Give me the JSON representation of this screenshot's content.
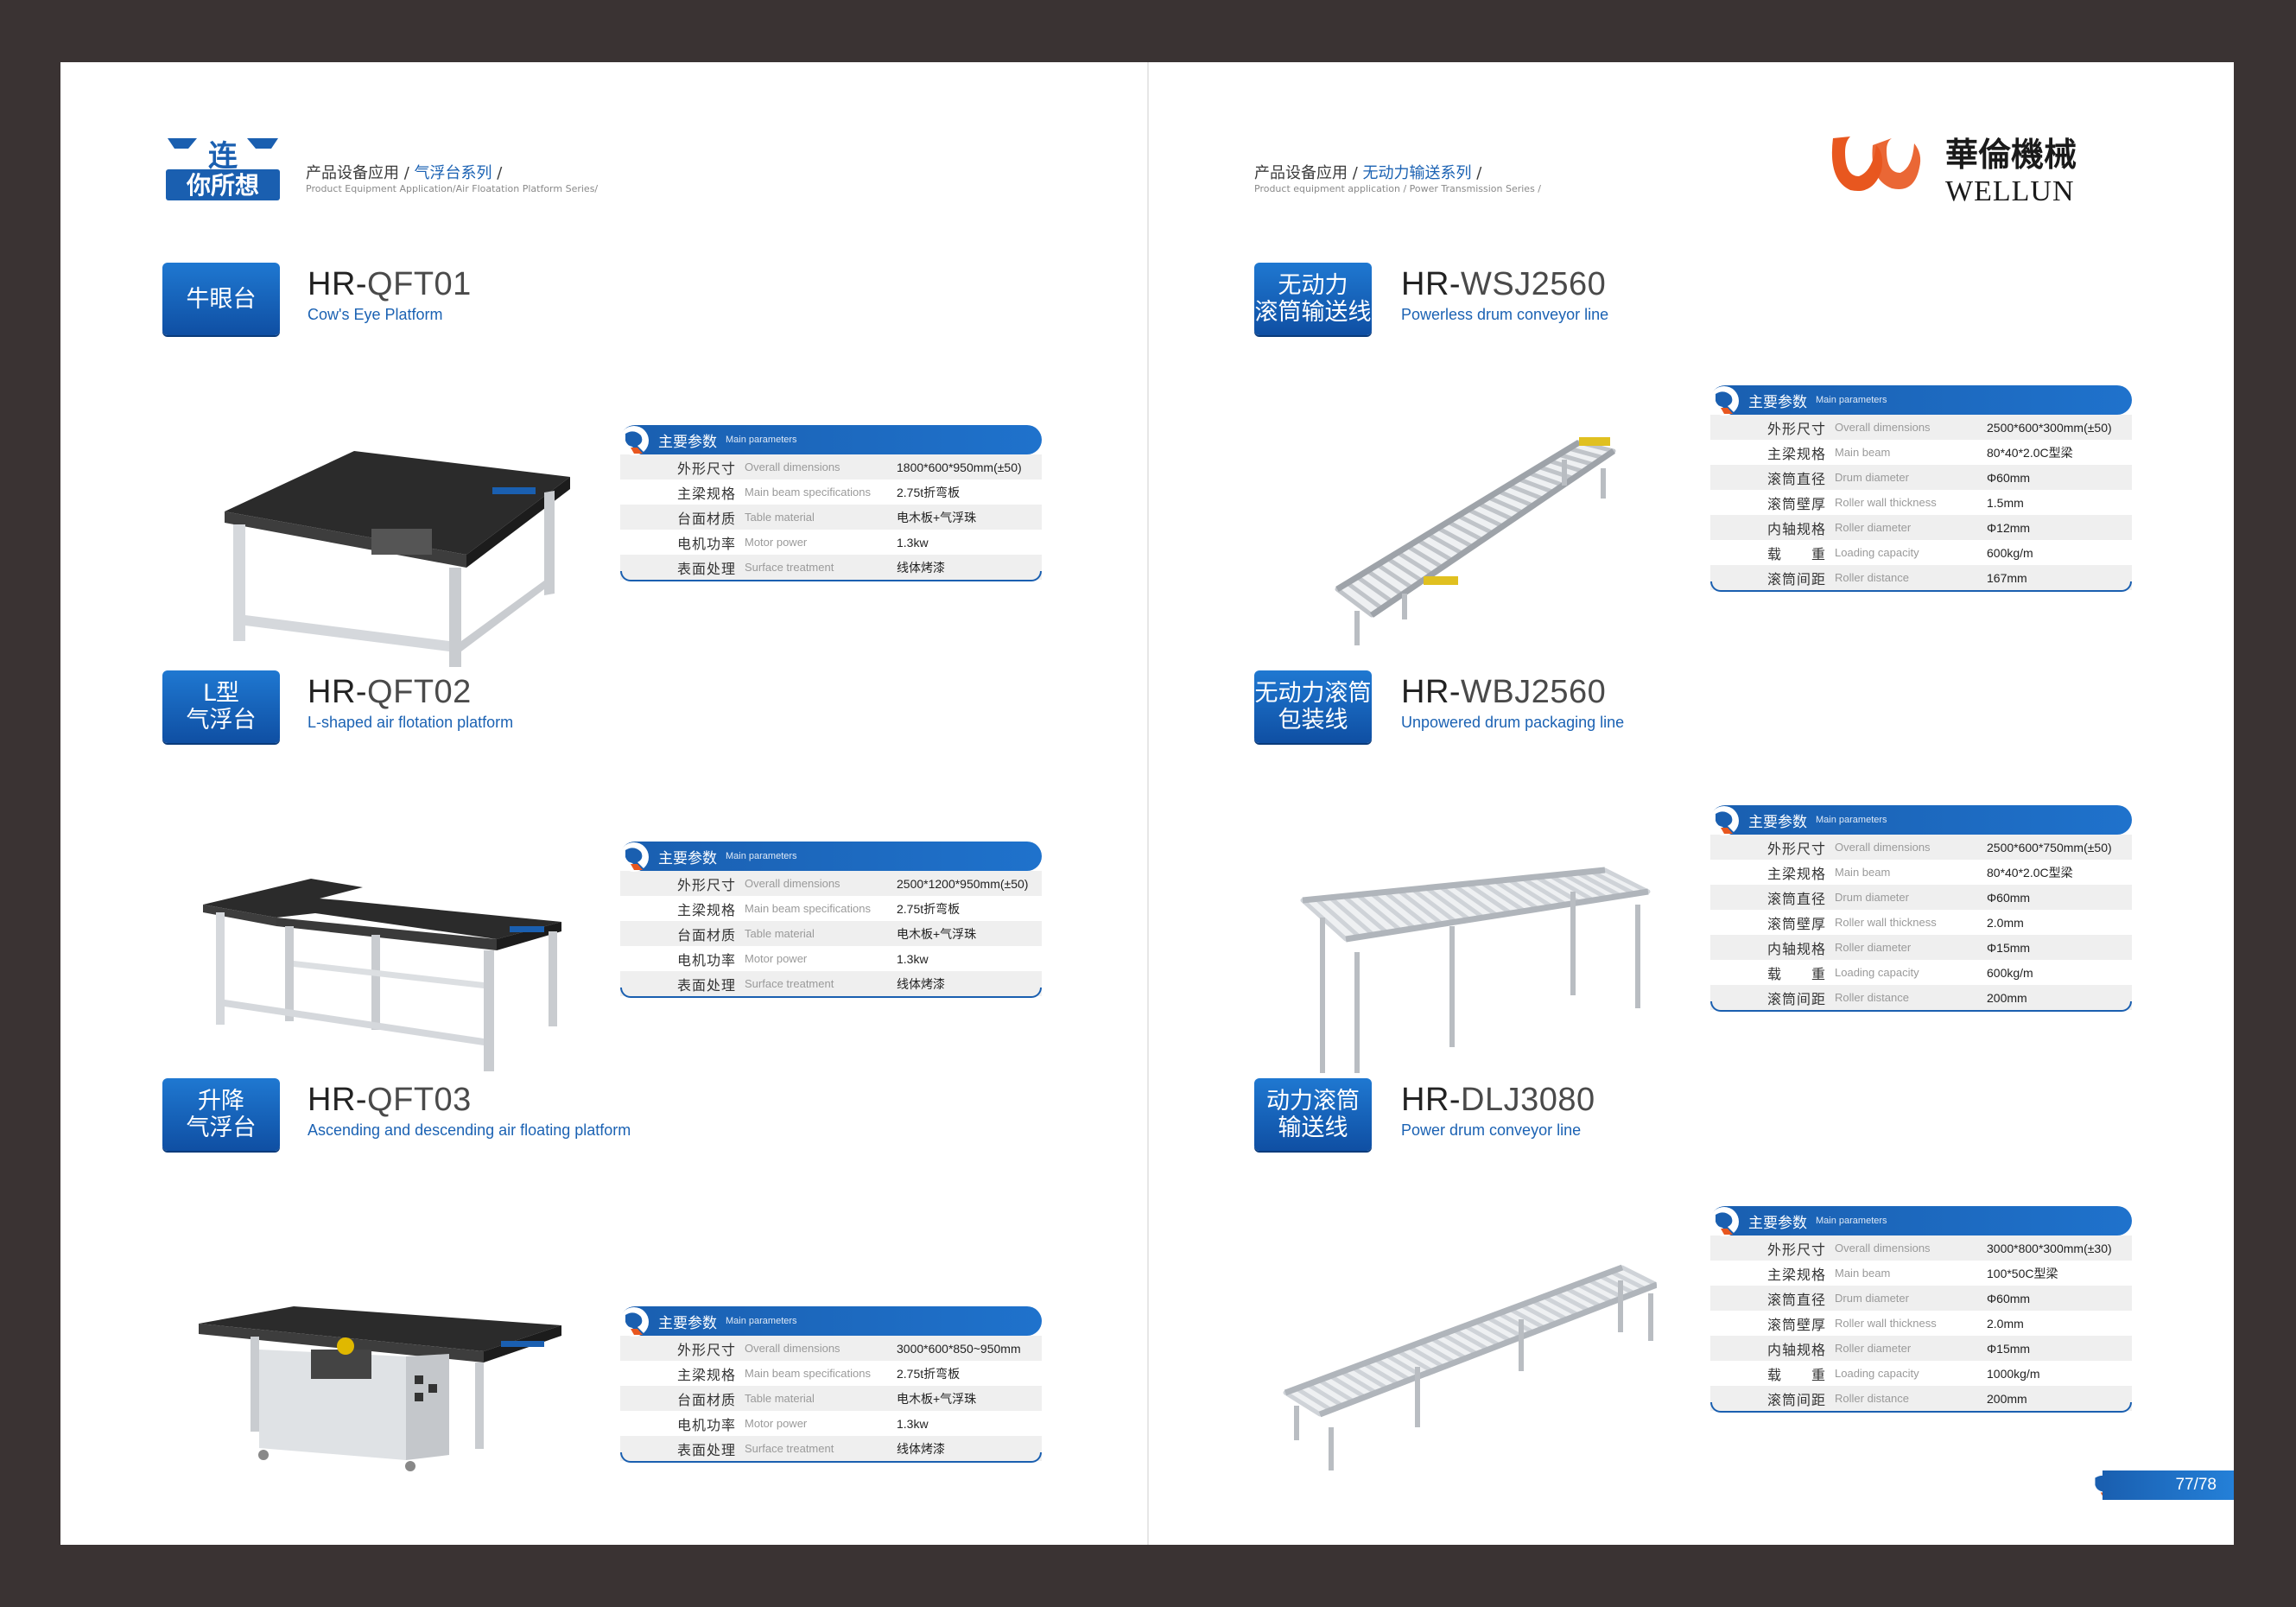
{
  "left": {
    "crumb": {
      "prefix": "产品设备应用 / ",
      "highlight": "气浮台系列",
      "suffix": " /",
      "en": "Product Equipment Application/Air Floatation Platform Series/"
    },
    "logo_text": [
      "连",
      "你所想"
    ],
    "products": [
      {
        "badge": "牛眼台",
        "model_prefix": "HR-",
        "model": "QFT01",
        "name_en": "Cow's Eye Platform",
        "params_title": "主要参数",
        "params_title_en": "Main parameters",
        "rows": [
          {
            "k": "外形尺寸",
            "e": "Overall dimensions",
            "v": "1800*600*950mm(±50)"
          },
          {
            "k": "主梁规格",
            "e": "Main beam specifications",
            "v": "2.75t折弯板"
          },
          {
            "k": "台面材质",
            "e": "Table material",
            "v": "电木板+气浮珠"
          },
          {
            "k": "电机功率",
            "e": "Motor power",
            "v": "1.3kw"
          },
          {
            "k": "表面处理",
            "e": "Surface treatment",
            "v": "线体烤漆"
          }
        ]
      },
      {
        "badge": "L型\n气浮台",
        "model_prefix": "HR-",
        "model": "QFT02",
        "name_en": "L-shaped air flotation platform",
        "params_title": "主要参数",
        "params_title_en": "Main parameters",
        "rows": [
          {
            "k": "外形尺寸",
            "e": "Overall dimensions",
            "v": "2500*1200*950mm(±50)"
          },
          {
            "k": "主梁规格",
            "e": "Main beam specifications",
            "v": "2.75t折弯板"
          },
          {
            "k": "台面材质",
            "e": "Table material",
            "v": "电木板+气浮珠"
          },
          {
            "k": "电机功率",
            "e": "Motor power",
            "v": "1.3kw"
          },
          {
            "k": "表面处理",
            "e": "Surface treatment",
            "v": "线体烤漆"
          }
        ]
      },
      {
        "badge": "升降\n气浮台",
        "model_prefix": "HR-",
        "model": "QFT03",
        "name_en": "Ascending and descending air floating platform",
        "params_title": "主要参数",
        "params_title_en": "Main parameters",
        "rows": [
          {
            "k": "外形尺寸",
            "e": "Overall dimensions",
            "v": "3000*600*850~950mm"
          },
          {
            "k": "主梁规格",
            "e": "Main beam specifications",
            "v": "2.75t折弯板"
          },
          {
            "k": "台面材质",
            "e": "Table material",
            "v": "电木板+气浮珠"
          },
          {
            "k": "电机功率",
            "e": "Motor power",
            "v": "1.3kw"
          },
          {
            "k": "表面处理",
            "e": "Surface treatment",
            "v": "线体烤漆"
          }
        ]
      }
    ]
  },
  "right": {
    "crumb": {
      "prefix": "产品设备应用 / ",
      "highlight": "无动力输送系列",
      "suffix": " /",
      "en": "Product equipment application / Power Transmission Series /"
    },
    "brand": {
      "cn": "華倫機械",
      "en": "WELLUN"
    },
    "page_number": "77/78",
    "products": [
      {
        "badge": "无动力\n滚筒输送线",
        "model_prefix": "HR-",
        "model": "WSJ2560",
        "name_en": "Powerless drum conveyor line",
        "params_title": "主要参数",
        "params_title_en": "Main parameters",
        "rows": [
          {
            "k": "外形尺寸",
            "e": "Overall dimensions",
            "v": "2500*600*300mm(±50)"
          },
          {
            "k": "主梁规格",
            "e": "Main beam",
            "v": "80*40*2.0C型梁"
          },
          {
            "k": "滚筒直径",
            "e": "Drum diameter",
            "v": "Φ60mm"
          },
          {
            "k": "滚筒壁厚",
            "e": "Roller wall thickness",
            "v": "1.5mm"
          },
          {
            "k": "内轴规格",
            "e": "Roller diameter",
            "v": "Φ12mm"
          },
          {
            "k": "载　　重",
            "e": "Loading capacity",
            "v": "600kg/m"
          },
          {
            "k": "滚筒间距",
            "e": "Roller distance",
            "v": "167mm"
          }
        ]
      },
      {
        "badge": "无动力滚筒\n包装线",
        "model_prefix": "HR-",
        "model": "WBJ2560",
        "name_en": "Unpowered drum packaging line",
        "params_title": "主要参数",
        "params_title_en": "Main parameters",
        "rows": [
          {
            "k": "外形尺寸",
            "e": "Overall dimensions",
            "v": "2500*600*750mm(±50)"
          },
          {
            "k": "主梁规格",
            "e": "Main beam",
            "v": "80*40*2.0C型梁"
          },
          {
            "k": "滚筒直径",
            "e": "Drum diameter",
            "v": "Φ60mm"
          },
          {
            "k": "滚筒壁厚",
            "e": "Roller wall thickness",
            "v": "2.0mm"
          },
          {
            "k": "内轴规格",
            "e": "Roller diameter",
            "v": "Φ15mm"
          },
          {
            "k": "载　　重",
            "e": "Loading capacity",
            "v": "600kg/m"
          },
          {
            "k": "滚筒间距",
            "e": "Roller distance",
            "v": "200mm"
          }
        ]
      },
      {
        "badge": "动力滚筒\n输送线",
        "model_prefix": "HR-",
        "model": "DLJ3080",
        "name_en": "Power drum conveyor line",
        "params_title": "主要参数",
        "params_title_en": "Main parameters",
        "rows": [
          {
            "k": "外形尺寸",
            "e": "Overall dimensions",
            "v": "3000*800*300mm(±30)"
          },
          {
            "k": "主梁规格",
            "e": "Main beam",
            "v": "100*50C型梁"
          },
          {
            "k": "滚筒直径",
            "e": "Drum diameter",
            "v": "Φ60mm"
          },
          {
            "k": "滚筒壁厚",
            "e": "Roller wall thickness",
            "v": "2.0mm"
          },
          {
            "k": "内轴规格",
            "e": "Roller diameter",
            "v": "Φ15mm"
          },
          {
            "k": "载　　重",
            "e": "Loading capacity",
            "v": "1000kg/m"
          },
          {
            "k": "滚筒间距",
            "e": "Roller distance",
            "v": "200mm"
          }
        ]
      }
    ]
  },
  "colors": {
    "brand_blue": "#1a5fb0",
    "brand_orange": "#e8571f",
    "table_dark": "#2b2b2b",
    "frame_silver": "#c9ccd0"
  }
}
